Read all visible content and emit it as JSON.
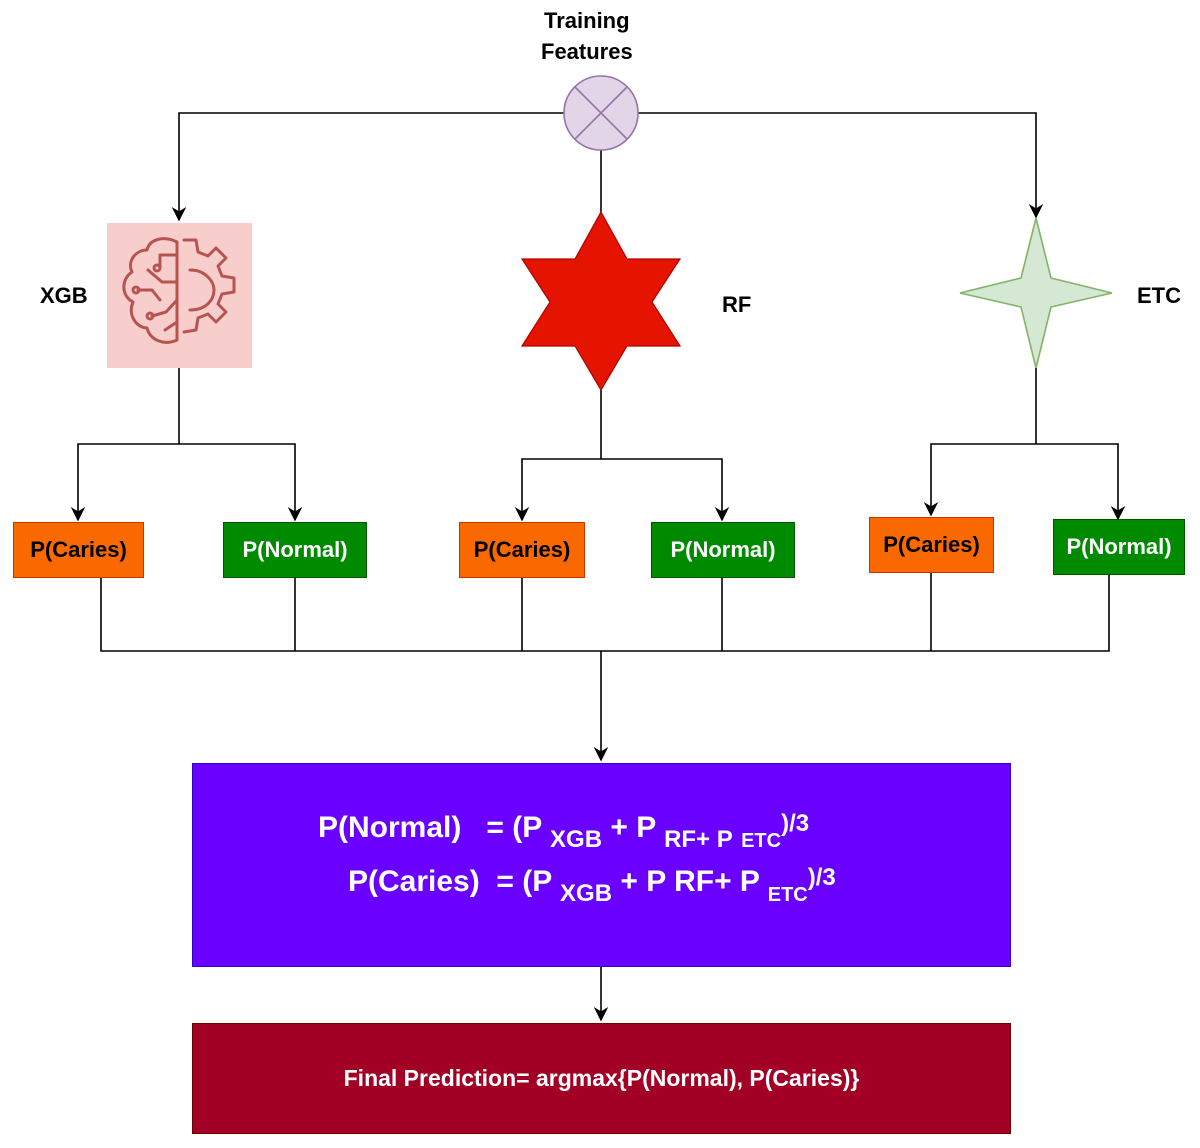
{
  "input": {
    "label_line1": "Training",
    "label_line2": "Features"
  },
  "models": {
    "xgb": {
      "label": "XGB",
      "icon": "brain-gear-icon",
      "color": "#b85450",
      "fill": "#f8cecc"
    },
    "rf": {
      "label": "RF",
      "icon": "six-point-star-icon",
      "color": "#e51400"
    },
    "etc": {
      "label": "ETC",
      "icon": "four-point-star-icon",
      "color": "#82b366",
      "fill": "#d5e8d4"
    }
  },
  "outputs": {
    "caries_label": "P(Caries)",
    "normal_label": "P(Normal)",
    "caries_color": "#fa6800",
    "normal_color": "#008a00"
  },
  "ensemble": {
    "color": "#6a00ff",
    "line1": {
      "lhs": "P(Normal)",
      "eq": "= (P",
      "sub1": "XGB",
      "plus1": "+ P",
      "sub2": "RF+ P",
      "sub3": "ETC",
      "sup": ")/3"
    },
    "line2": {
      "lhs": "P(Caries)",
      "eq": "= (P",
      "sub1": "XGB",
      "plus1": "+ P",
      "mid": "RF+ P",
      "sub3": "ETC",
      "sup": ")/3"
    }
  },
  "final": {
    "label": "Final Prediction= argmax{P(Normal), P(Caries)}",
    "color": "#a20025"
  }
}
